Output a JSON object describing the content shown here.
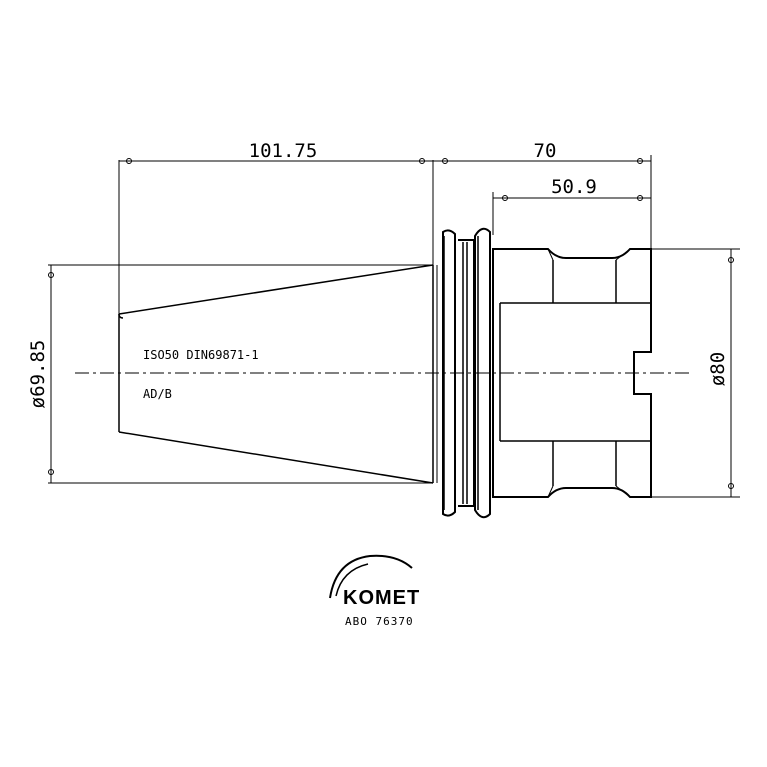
{
  "dimensions": {
    "taper_length": "101.75",
    "overall_length": "70",
    "body_length": "50.9",
    "taper_diameter": "ø69.85",
    "body_diameter": "ø80"
  },
  "notes": {
    "standard": "ISO50 DIN69871-1",
    "variant": "AD/B"
  },
  "logo": {
    "brand": "KOMET",
    "article_code": "ABO 76370"
  },
  "colors": {
    "line": "#000000",
    "background": "#ffffff"
  }
}
